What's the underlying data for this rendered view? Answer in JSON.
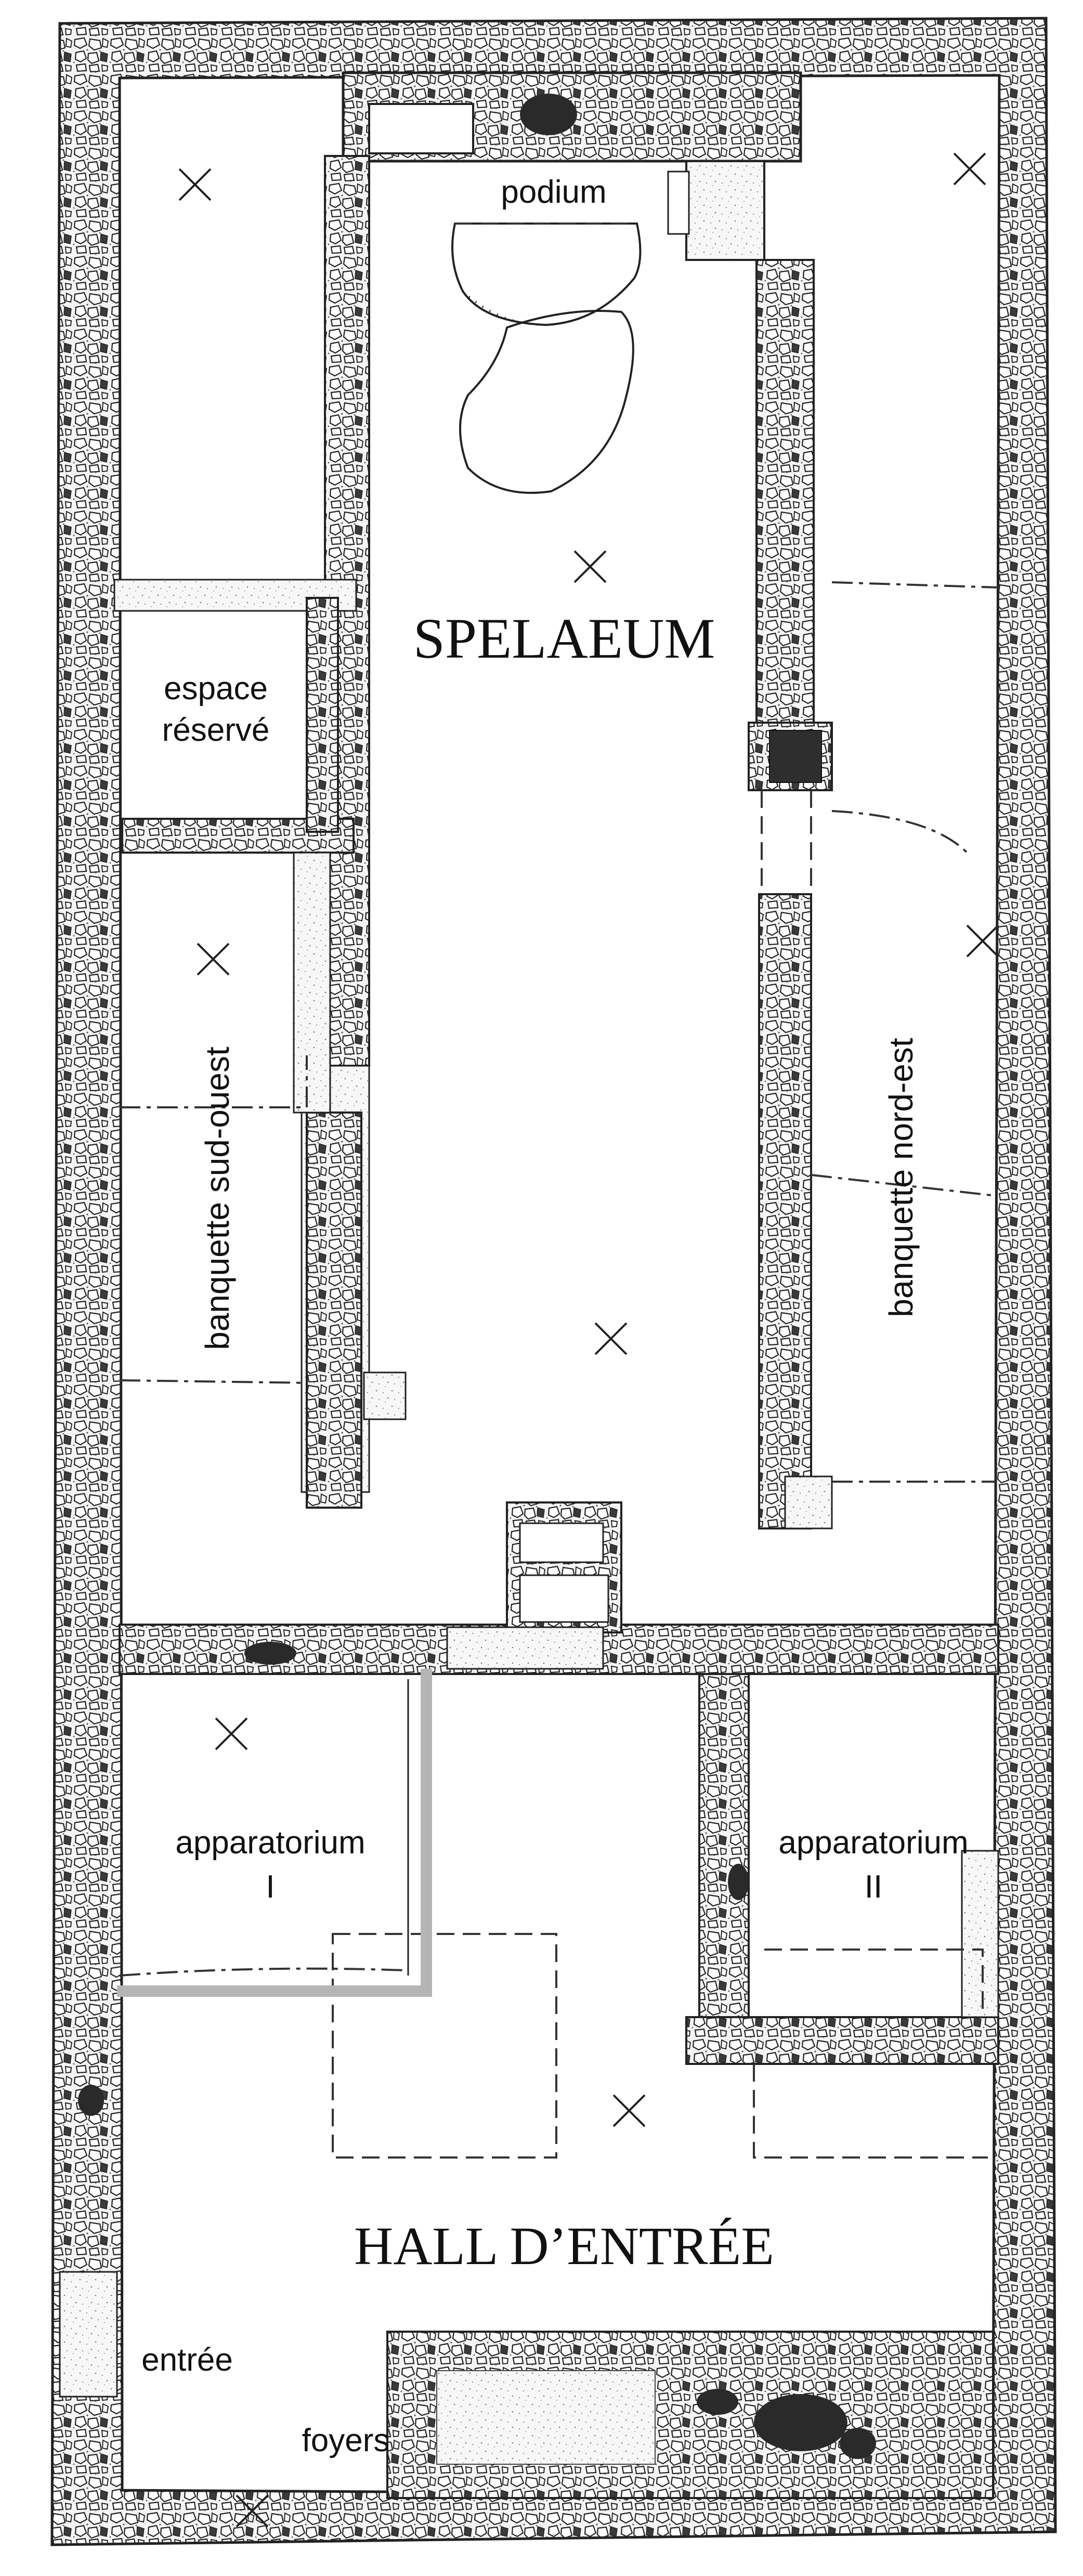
{
  "labels": {
    "podium": "podium",
    "spelaeum": "SPELAEUM",
    "espace_line1": "espace",
    "espace_line2": "réservé",
    "banquette_so": "banquette sud-ouest",
    "banquette_ne": "banquette nord-est",
    "apparatorium1_line1": "apparatorium",
    "apparatorium1_line2": "I",
    "apparatorium2_line1": "apparatorium",
    "apparatorium2_line2": "II",
    "hall": "HALL D’ENTRÉE",
    "entree": "entrée",
    "foyers": "foyers"
  },
  "colors": {
    "wall_stroke": "#222222",
    "wall_fill": "#f3f3f3",
    "stone_fill": "#ffffff",
    "dark_stone": "#2a2a2a",
    "highlight_line": "#b5b5b5"
  }
}
